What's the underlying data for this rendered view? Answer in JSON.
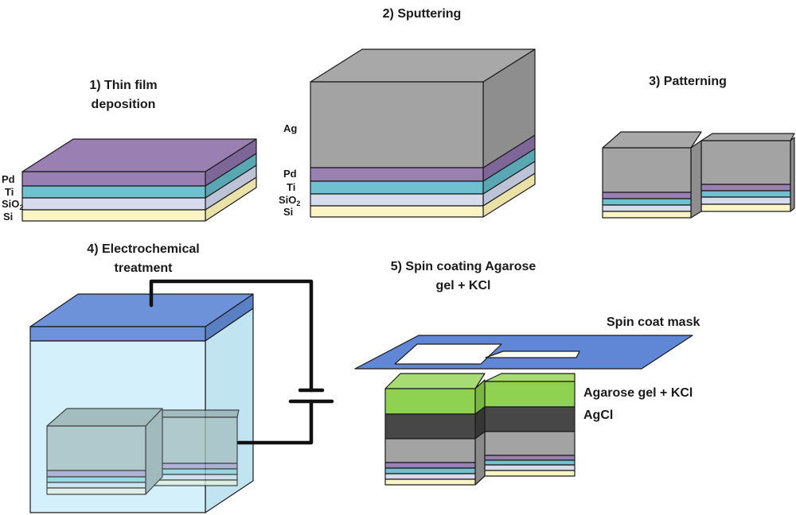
{
  "steps": {
    "s1_line1": "1) Thin film",
    "s1_line2": "deposition",
    "s2": "2) Sputtering",
    "s3": "3) Patterning",
    "s4_line1": "4) Electrochemical",
    "s4_line2": "treatment",
    "s5_line1": "5) Spin coating Agarose",
    "s5_line2": "gel + KCl"
  },
  "layers": {
    "pd": "Pd",
    "ti": "Ti",
    "sio2_base": "SiO",
    "sio2_sub": "2",
    "si": "Si",
    "ag": "Ag"
  },
  "callouts": {
    "mask": "Spin coat mask",
    "agarose": "Agarose gel + KCl",
    "agcl": "AgCl"
  },
  "colors": {
    "si": "#fbf5c6",
    "sio2": "#d6dced",
    "ti": "#6fc1cf",
    "pd": "#9a7fb3",
    "ag": "#a3a3a3",
    "agcl": "#474747",
    "gel": "#8fd150",
    "mask": "#5f87d6",
    "electrolyte": "#d3f0fb",
    "electrode_cap": "#6d92d9"
  }
}
